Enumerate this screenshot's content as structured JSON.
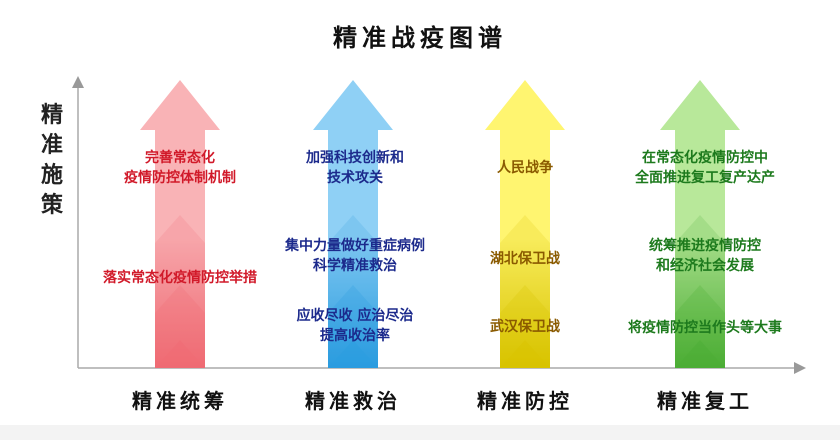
{
  "title": "精准战疫图谱",
  "y_axis_label": [
    "精",
    "准",
    "施",
    "策"
  ],
  "columns": [
    {
      "category": "精准统筹",
      "color": "#f06b73",
      "light": "#f9b3b6",
      "text_color": "#d11a2a",
      "items": [
        {
          "lines": [
            "完善常态化",
            "疫情防控体制机制"
          ]
        },
        {
          "lines": [
            "落实常态化疫情防控举措"
          ]
        }
      ]
    },
    {
      "category": "精准救治",
      "color": "#2b9de0",
      "light": "#8fd0f5",
      "text_color": "#1c2a8c",
      "items": [
        {
          "lines": [
            "加强科技创新和",
            "技术攻关"
          ]
        },
        {
          "lines": [
            "集中力量做好重症病例",
            "科学精准救治"
          ]
        },
        {
          "lines": [
            "应收尽收 应治尽治",
            "提高收治率"
          ]
        }
      ]
    },
    {
      "category": "精准防控",
      "color": "#d9c400",
      "light": "#fff570",
      "text_color": "#8a5a00",
      "items": [
        {
          "lines": [
            "人民战争"
          ]
        },
        {
          "lines": [
            "湖北保卫战"
          ]
        },
        {
          "lines": [
            "武汉保卫战"
          ]
        }
      ]
    },
    {
      "category": "精准复工",
      "color": "#4cae35",
      "light": "#b8e89a",
      "text_color": "#1d7a1d",
      "items": [
        {
          "lines": [
            "在常态化疫情防控中",
            "全面推进复工复产达产"
          ]
        },
        {
          "lines": [
            "统筹推进疫情防控",
            "和经济社会发展"
          ]
        },
        {
          "lines": [
            "将疫情防控当作头等大事"
          ]
        }
      ]
    }
  ]
}
